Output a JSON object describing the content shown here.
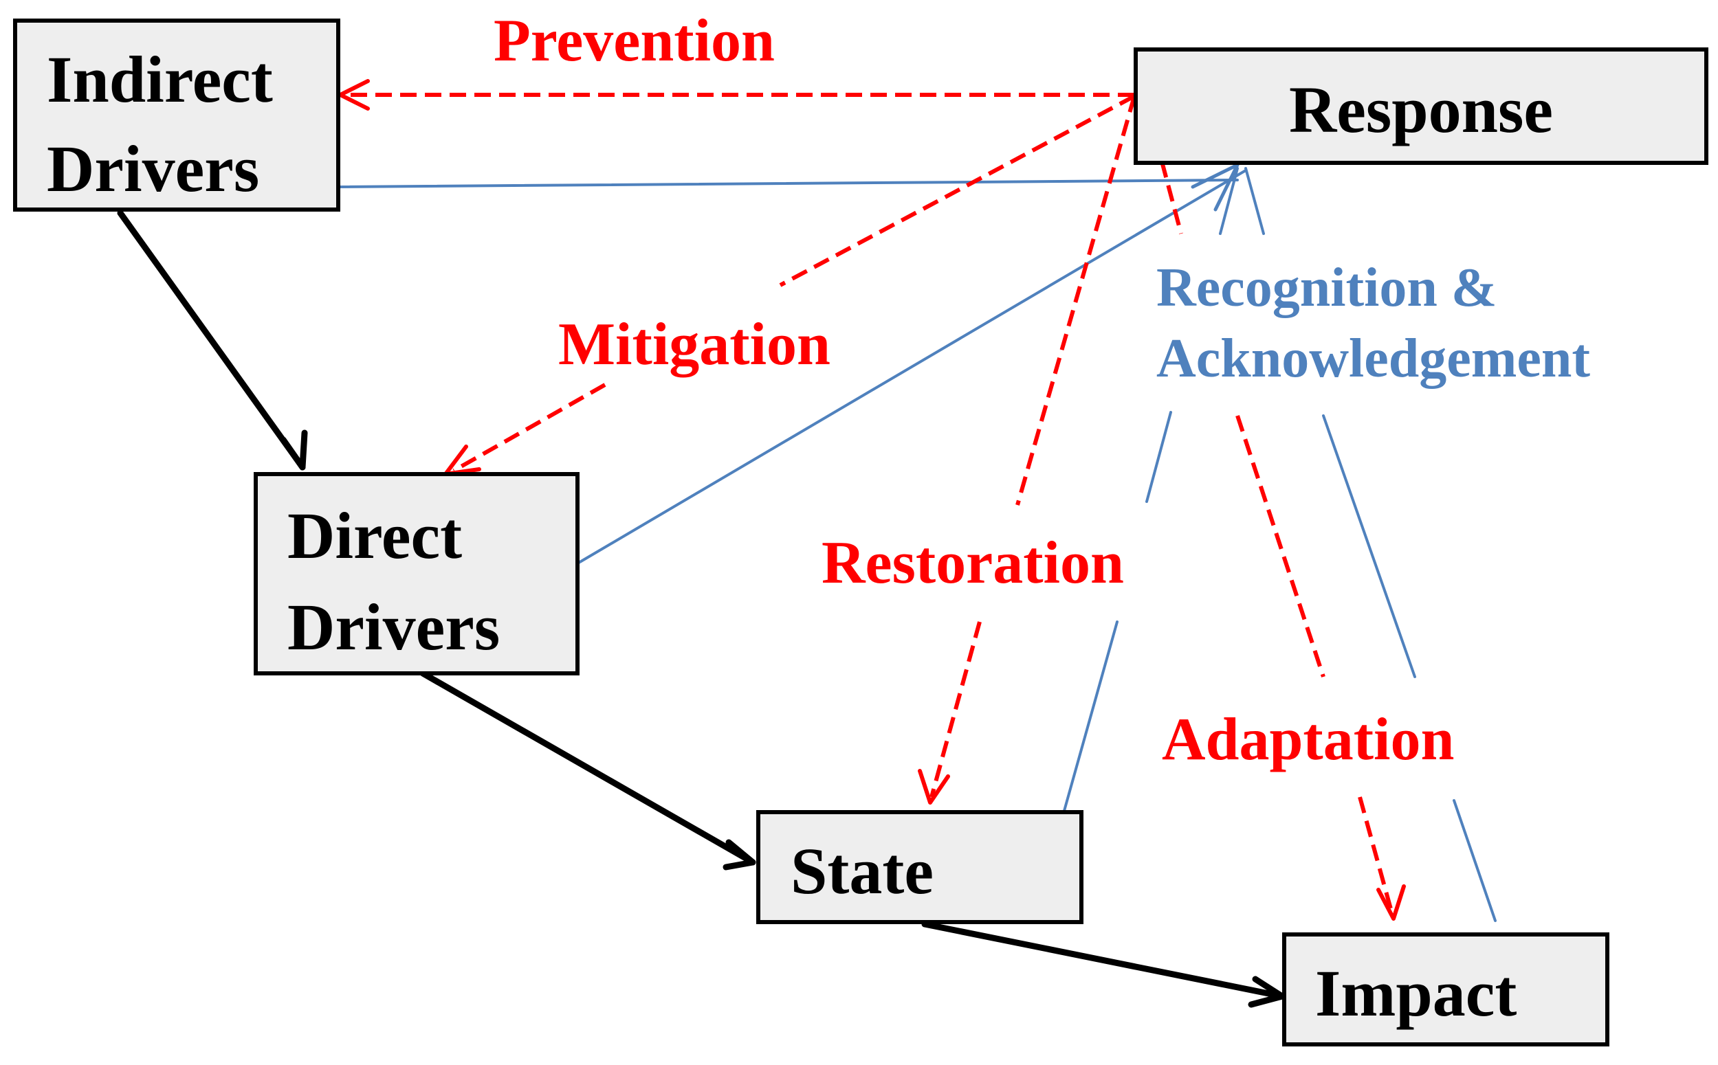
{
  "colors": {
    "red": "#ff0000",
    "blue": "#4f81bd",
    "black": "#000000",
    "box_fill": "#eeeeee"
  },
  "nodes": {
    "indirect_drivers": {
      "line1": "Indirect",
      "line2": "Drivers"
    },
    "direct_drivers": {
      "line1": "Direct",
      "line2": "Drivers"
    },
    "state": {
      "label": "State"
    },
    "impact": {
      "label": "Impact"
    },
    "response": {
      "label": "Response"
    }
  },
  "labels": {
    "prevention": "Prevention",
    "mitigation": "Mitigation",
    "restoration": "Restoration",
    "adaptation": "Adaptation",
    "recognition_line1": "Recognition &",
    "recognition_line2": "Acknowledgement"
  }
}
